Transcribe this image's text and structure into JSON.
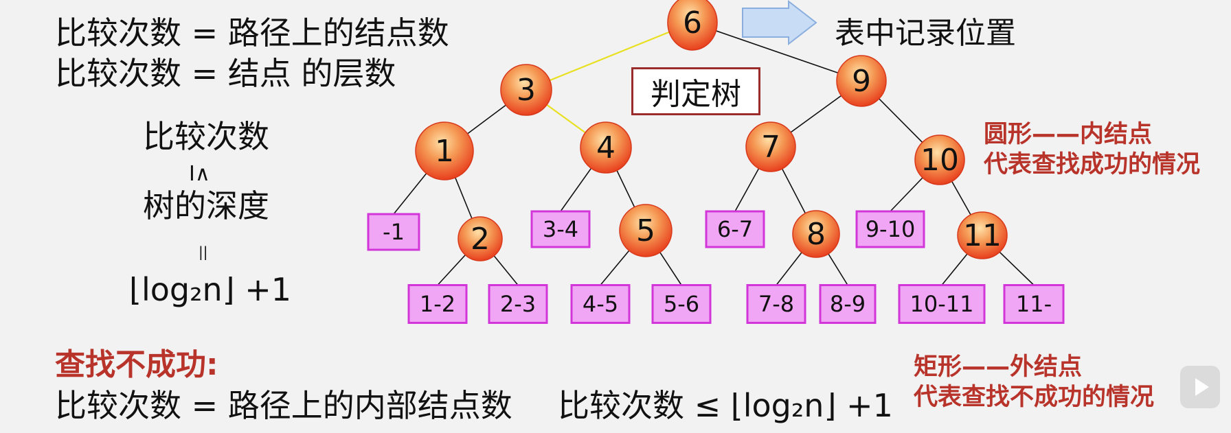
{
  "left": {
    "line1": "比较次数 = 路径上的结点数",
    "line2": "比较次数 = 结点 的层数",
    "compare": "比较次数",
    "le_symbol": "I∧",
    "depth": "树的深度",
    "eq_symbol": "||",
    "formula": "⌊log₂n⌋ +1"
  },
  "header_arrow_text": "表中记录位置",
  "judge_tree_label": "判定树",
  "tree": {
    "internal_nodes": [
      "6",
      "3",
      "9",
      "1",
      "4",
      "7",
      "10",
      "2",
      "5",
      "8",
      "11"
    ],
    "leaf_nodes": [
      "-1",
      "3-4",
      "6-7",
      "9-10",
      "1-2",
      "2-3",
      "4-5",
      "5-6",
      "7-8",
      "8-9",
      "10-11",
      "11-"
    ]
  },
  "notes": {
    "circle_line1": "圆形——内结点",
    "circle_line2": "代表查找成功的情况",
    "rect_line1": "矩形——外结点",
    "rect_line2": "代表查找不成功的情况"
  },
  "bottom": {
    "heading": "查找不成功:",
    "line": "比较次数 = 路径上的内部结点数",
    "formula": "比较次数 ≤ ⌊log₂n⌋ +1"
  },
  "colors": {
    "node_fill": "#f05a2a",
    "node_highlight": "#ffd9a0",
    "leaf_fill": "#f1a6f5",
    "leaf_border": "#d236d9",
    "accent_red": "#b8332a",
    "highlight_path": "#f0e81e"
  }
}
